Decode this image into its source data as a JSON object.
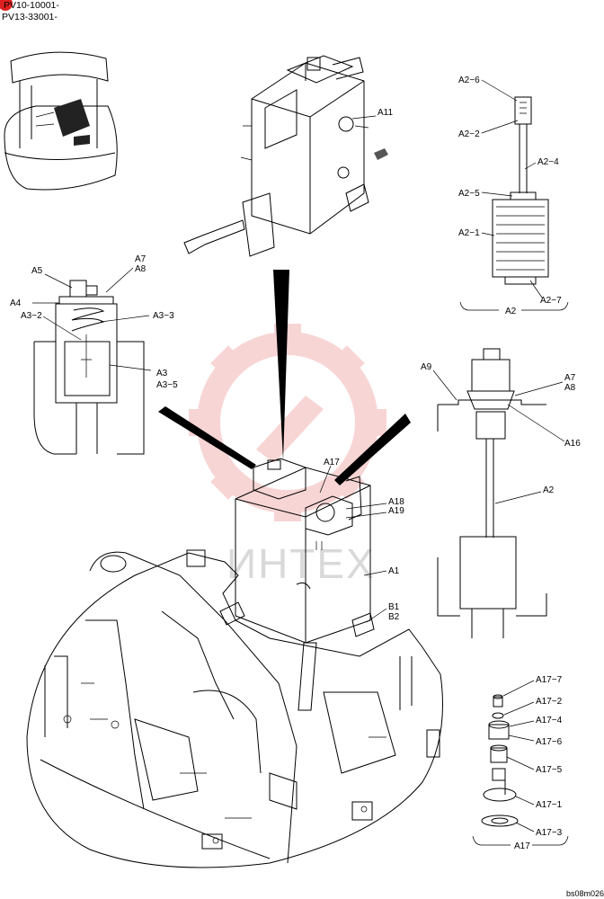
{
  "header": {
    "serial_1": "PV10-10001-",
    "serial_2": "PV13-33001-"
  },
  "watermark": {
    "text": "ИНТЕХ",
    "color": "#f4b3b3"
  },
  "footer_code": "bs08m026",
  "callouts": {
    "A11": "A11",
    "A2_6": "A2−6",
    "A2_2": "A2−2",
    "A2_4": "A2−4",
    "A2_5": "A2−5",
    "A2_1": "A2−1",
    "A2_7": "A2−7",
    "A2_group": "A2",
    "A5": "A5",
    "A7_tl": "A7",
    "A8_tl": "A8",
    "A4": "A4",
    "A3_2": "A3−2",
    "A3_3": "A3−3",
    "A3": "A3",
    "A3_5": "A3−5",
    "A9": "A9",
    "A7_r": "A7",
    "A8_r": "A8",
    "A16": "A16",
    "A2_r": "A2",
    "A17": "A17",
    "A18": "A18",
    "A19": "A19",
    "A1": "A1",
    "B1": "B1",
    "B2": "B2",
    "A17_7": "A17−7",
    "A17_2": "A17−2",
    "A17_4": "A17−4",
    "A17_6": "A17−6",
    "A17_5": "A17−5",
    "A17_1": "A17−1",
    "A17_3": "A17−3",
    "A17_group": "A17"
  }
}
